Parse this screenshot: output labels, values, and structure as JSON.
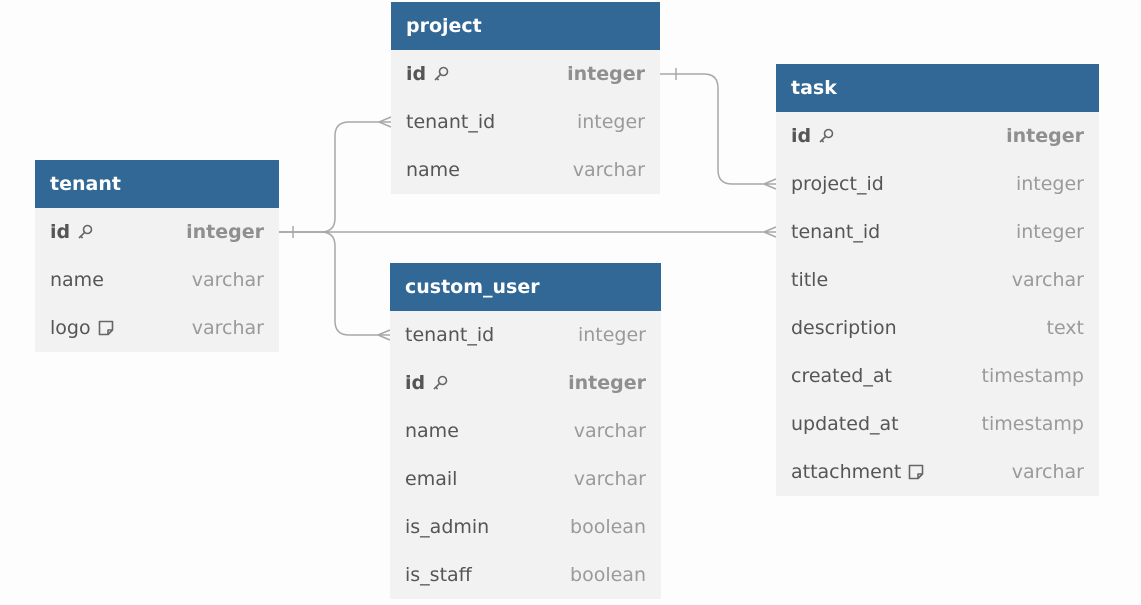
{
  "tables": {
    "project": {
      "name": "project",
      "fields": [
        {
          "name": "id",
          "type": "integer",
          "pk": true,
          "icon": "key-icon"
        },
        {
          "name": "tenant_id",
          "type": "integer"
        },
        {
          "name": "name",
          "type": "varchar"
        }
      ]
    },
    "tenant": {
      "name": "tenant",
      "fields": [
        {
          "name": "id",
          "type": "integer",
          "pk": true,
          "icon": "key-icon"
        },
        {
          "name": "name",
          "type": "varchar"
        },
        {
          "name": "logo",
          "type": "varchar",
          "icon": "note-icon"
        }
      ]
    },
    "custom_user": {
      "name": "custom_user",
      "fields": [
        {
          "name": "tenant_id",
          "type": "integer"
        },
        {
          "name": "id",
          "type": "integer",
          "pk": true,
          "icon": "key-icon"
        },
        {
          "name": "name",
          "type": "varchar"
        },
        {
          "name": "email",
          "type": "varchar"
        },
        {
          "name": "is_admin",
          "type": "boolean"
        },
        {
          "name": "is_staff",
          "type": "boolean"
        }
      ]
    },
    "task": {
      "name": "task",
      "fields": [
        {
          "name": "id",
          "type": "integer",
          "pk": true,
          "icon": "key-icon"
        },
        {
          "name": "project_id",
          "type": "integer"
        },
        {
          "name": "tenant_id",
          "type": "integer"
        },
        {
          "name": "title",
          "type": "varchar"
        },
        {
          "name": "description",
          "type": "text"
        },
        {
          "name": "created_at",
          "type": "timestamp"
        },
        {
          "name": "updated_at",
          "type": "timestamp"
        },
        {
          "name": "attachment",
          "type": "varchar",
          "icon": "note-icon"
        }
      ]
    }
  },
  "relations": [
    {
      "from": "tenant.id",
      "to": "project.tenant_id",
      "cardinality": "one-to-many"
    },
    {
      "from": "tenant.id",
      "to": "custom_user.tenant_id",
      "cardinality": "one-to-many"
    },
    {
      "from": "tenant.id",
      "to": "task.tenant_id",
      "cardinality": "one-to-many"
    },
    {
      "from": "project.id",
      "to": "task.project_id",
      "cardinality": "one-to-many"
    }
  ],
  "colors": {
    "header": "#316896",
    "body": "#f2f2f2",
    "connector": "#a8a8a8"
  }
}
